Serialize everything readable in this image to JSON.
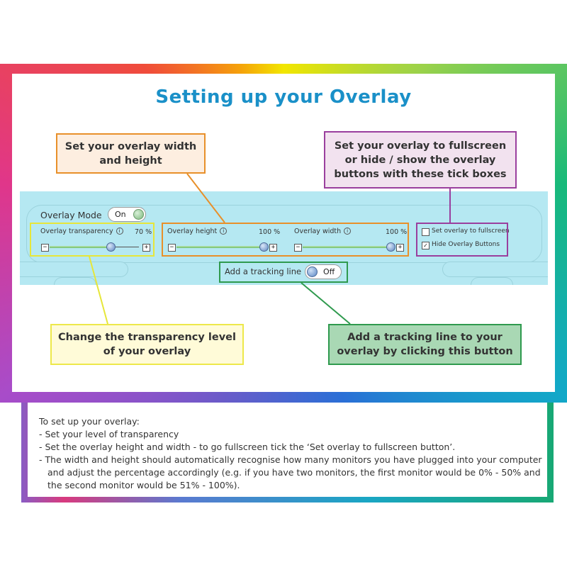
{
  "title": "Setting up your Overlay",
  "callouts": {
    "size": "Set your overlay width and height",
    "fullscreen": "Set your overlay to fullscreen or hide / show the overlay buttons with these tick boxes",
    "transparency": "Change the transparency level of your overlay",
    "tracking": "Add a tracking line to your overlay by clicking this button"
  },
  "ui": {
    "overlay_mode": {
      "label": "Overlay Mode",
      "state": "On"
    },
    "sliders": [
      {
        "label": "Overlay transparency",
        "value_text": "70 %",
        "value": 0.7
      },
      {
        "label": "Overlay height",
        "value_text": "100 %",
        "value": 1.0
      },
      {
        "label": "Overlay width",
        "value_text": "100 %",
        "value": 1.0
      }
    ],
    "minus": "−",
    "plus": "+",
    "info_icon": "i",
    "checkboxes": [
      {
        "label": "Set overlay to fullscreen",
        "checked": false
      },
      {
        "label": "Hide Overlay Buttons",
        "checked": true
      }
    ],
    "check_mark": "✓",
    "tracking_line": {
      "label": "Add a tracking line",
      "state": "Off"
    }
  },
  "instructions": {
    "intro": "To set up your overlay:",
    "items": [
      "- Set your level of transparency",
      "- Set the overlay height and width - to go fullscreen tick the ‘Set overlay to fullscreen button’.",
      "- The width and height should automatically recognise how many monitors you have plugged into your computer and adjust the percentage accordingly (e.g. if you have two monitors, the first monitor would be 0% - 50% and the second monitor would be 51% - 100%)."
    ]
  },
  "colors": {
    "title": "#1a90c8",
    "panel": "#b5e8f2",
    "orange": "#e8902a",
    "purple": "#9a3f9e",
    "yellow": "#e6e63a",
    "green": "#2f9a4e"
  }
}
